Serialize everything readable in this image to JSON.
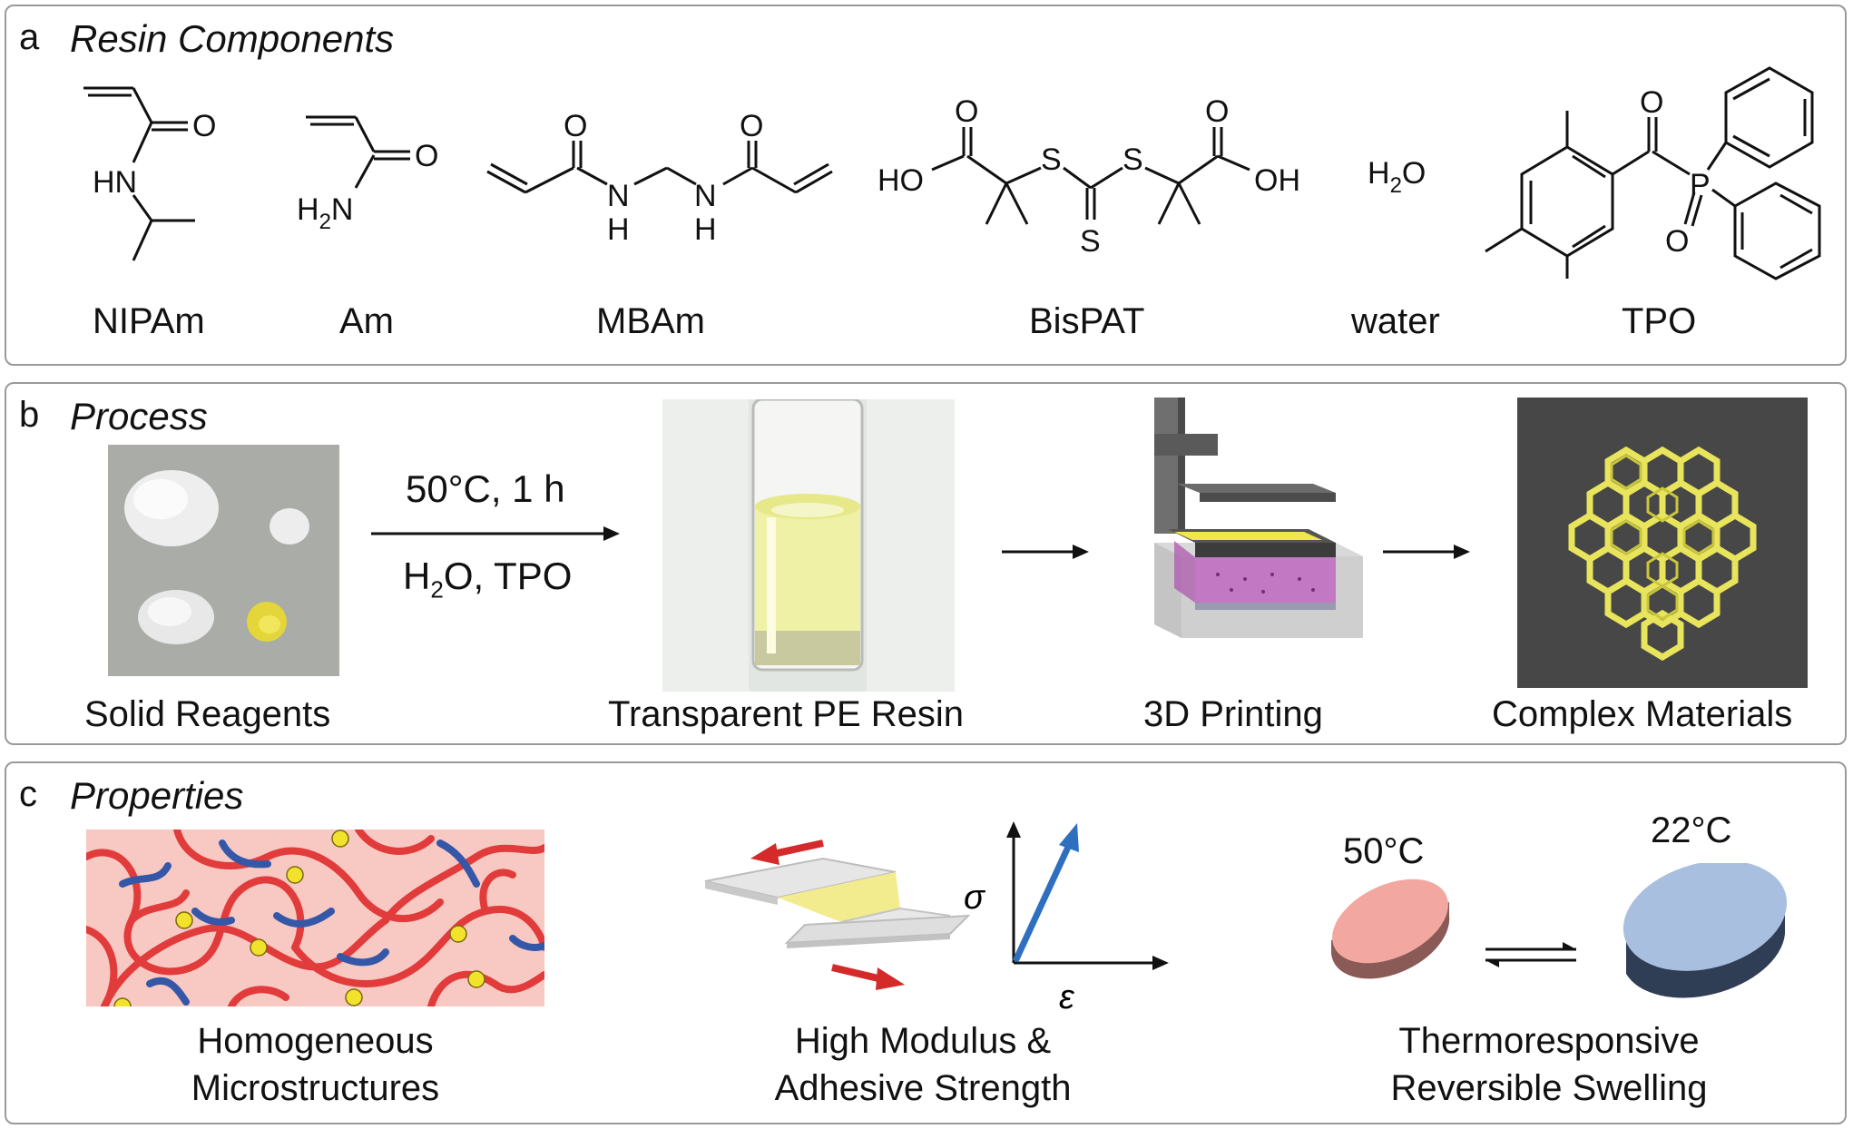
{
  "panel_a": {
    "letter": "a",
    "title": "Resin Components",
    "components": [
      {
        "name": "NIPAm"
      },
      {
        "name": "Am"
      },
      {
        "name": "MBAm"
      },
      {
        "name": "BisPAT"
      },
      {
        "name": "water"
      },
      {
        "name": "TPO"
      }
    ],
    "atoms": {
      "O": "O",
      "HN": "HN",
      "H2N_H": "H",
      "H2N_sub": "2",
      "H2N_N": "N",
      "N": "N",
      "H": "H",
      "HO": "HO",
      "OH": "OH",
      "S": "S",
      "water_H": "H",
      "water_sub": "2",
      "water_O": "O",
      "P": "P"
    }
  },
  "panel_b": {
    "letter": "b",
    "title": "Process",
    "conditions_top": "50°C, 1 h",
    "conditions_bottom_H": "H",
    "conditions_bottom_sub": "2",
    "conditions_bottom_rest": "O, TPO",
    "steps": [
      {
        "caption": "Solid Reagents"
      },
      {
        "caption": "Transparent PE Resin"
      },
      {
        "caption": "3D Printing"
      },
      {
        "caption": "Complex Materials"
      }
    ]
  },
  "panel_c": {
    "letter": "c",
    "title": "Properties",
    "items": [
      {
        "line1": "Homogeneous",
        "line2": "Microstructures"
      },
      {
        "line1": "High Modulus &",
        "line2": "Adhesive Strength"
      },
      {
        "line1": "Thermoresponsive",
        "line2": "Reversible Swelling"
      }
    ],
    "axis_y": "σ",
    "axis_x": "ε",
    "temp_hot": "50°C",
    "temp_cold": "22°C"
  },
  "colors": {
    "network_red": "#e23b3b",
    "network_blue": "#3557a8",
    "crosslink_yellow": "#f3e22b",
    "arrow_red": "#d42a2a",
    "arrow_blue": "#2f6fc0",
    "disk_pink": "#f2a8a0",
    "disk_blue": "#a9bfe0"
  }
}
